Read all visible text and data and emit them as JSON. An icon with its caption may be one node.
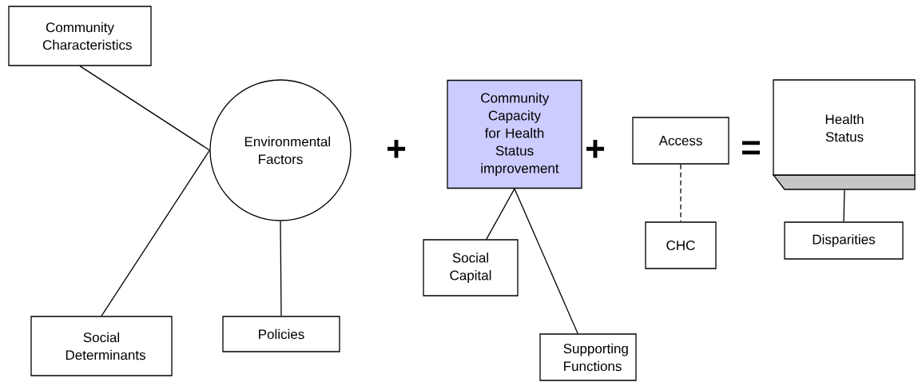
{
  "diagram": {
    "nodes": [
      {
        "text": [
          "Community Characteristics"
        ]
      },
      {
        "text": [
          "Environmental Factors"
        ]
      },
      {
        "text": [
          "Social Determinants"
        ]
      },
      {
        "text": [
          "Policies"
        ]
      },
      {
        "text": [
          "Community Capacity for Health Status improvement"
        ]
      },
      {
        "text": [
          "Social Capital"
        ]
      },
      {
        "text": [
          "Supporting Functions"
        ]
      },
      {
        "text": [
          "Access"
        ]
      },
      {
        "text": [
          "CHC"
        ]
      },
      {
        "text": [
          "Health Status"
        ]
      },
      {
        "text": [
          "Disparities"
        ]
      }
    ],
    "edges": [
      {
        "from": 0,
        "to": 1,
        "arrow": "none"
      },
      {
        "from": 2,
        "to": 1,
        "arrow": "none"
      },
      {
        "from": 3,
        "to": 1,
        "arrow": "none"
      },
      {
        "from": 4,
        "to": 5,
        "arrow": "none"
      },
      {
        "from": 4,
        "to": 6,
        "arrow": "none"
      },
      {
        "from": 7,
        "to": 8,
        "arrow": "none",
        "style": "dashed"
      },
      {
        "from": 9,
        "to": 10,
        "arrow": "none"
      }
    ],
    "labels": [
      "+",
      "+",
      "="
    ]
  }
}
